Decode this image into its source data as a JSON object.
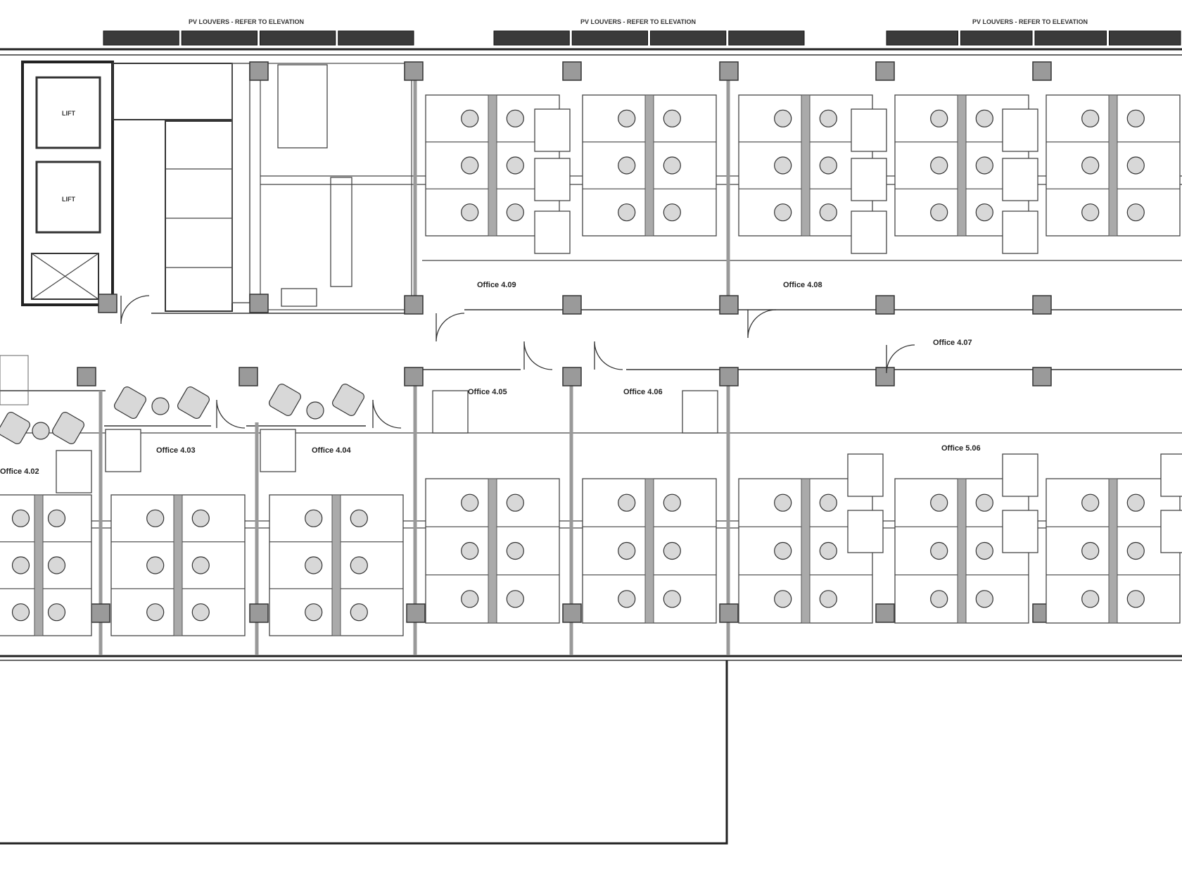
{
  "drawing": {
    "louver_labels": [
      "PV LOUVERS - REFER TO ELEVATION",
      "PV LOUVERS - REFER TO ELEVATION",
      "PV LOUVERS - REFER TO ELEVATION"
    ],
    "rooms": [
      {
        "id": "office-4-09",
        "label": "Office 4.09"
      },
      {
        "id": "office-4-08",
        "label": "Office 4.08"
      },
      {
        "id": "office-4-07",
        "label": "Office 4.07"
      },
      {
        "id": "office-4-05",
        "label": "Office 4.05"
      },
      {
        "id": "office-4-06",
        "label": "Office 4.06"
      },
      {
        "id": "office-4-03",
        "label": "Office 4.03"
      },
      {
        "id": "office-4-04",
        "label": "Office 4.04"
      },
      {
        "id": "office-4-02",
        "label": "Office 4.02"
      },
      {
        "id": "office-5-06",
        "label": "Office 5.06"
      }
    ],
    "lifts": [
      "LIFT",
      "LIFT"
    ],
    "colors": {
      "wall": "#222222",
      "column": "#9a9a9a",
      "louver": "#3a3a3a",
      "background": "#ffffff"
    }
  }
}
